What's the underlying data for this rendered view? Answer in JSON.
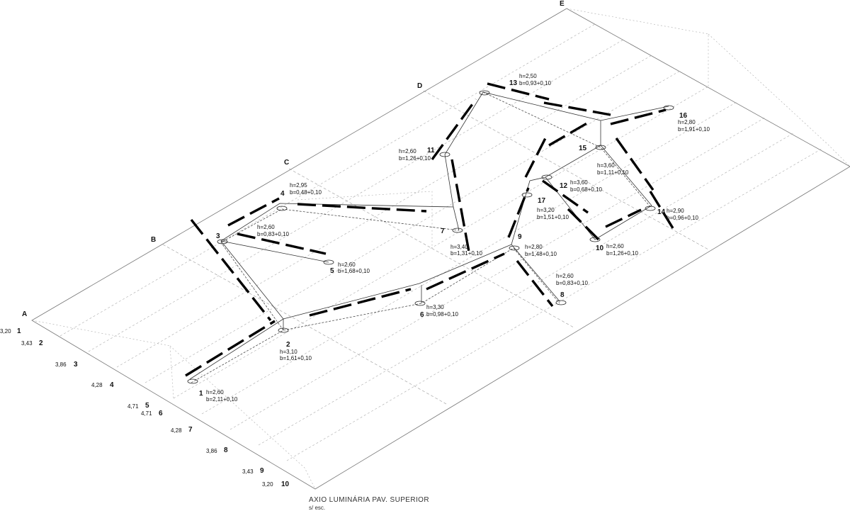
{
  "caption": {
    "title": "AXIO LUMINÁRIA PAV. SUPERIOR",
    "scale": "s/ esc."
  },
  "axes": [
    {
      "id": "a",
      "label": "A"
    },
    {
      "id": "b",
      "label": "B"
    },
    {
      "id": "c",
      "label": "C"
    },
    {
      "id": "d",
      "label": "D"
    },
    {
      "id": "e",
      "label": "E"
    }
  ],
  "rows": [
    {
      "num": "1",
      "dim": "3,20"
    },
    {
      "num": "2",
      "dim": "3,43"
    },
    {
      "num": "3",
      "dim": "3,86"
    },
    {
      "num": "4",
      "dim": "4,28"
    },
    {
      "num": "5",
      "dim": "4,71"
    },
    {
      "num": "6",
      "dim": "4,71"
    },
    {
      "num": "7",
      "dim": "4,28"
    },
    {
      "num": "8",
      "dim": "3,86"
    },
    {
      "num": "9",
      "dim": "3,43"
    },
    {
      "num": "10",
      "dim": "3,20"
    }
  ],
  "columns": [
    {
      "id": "c1",
      "num": "1",
      "h": "h=2,60",
      "b": "b=2,11+0,10"
    },
    {
      "id": "c2",
      "num": "2",
      "h": "h=3,10",
      "b": "b=1,61+0,10"
    },
    {
      "id": "c3",
      "num": "3",
      "h": "h=2,60",
      "b": "b=0,83+0,10"
    },
    {
      "id": "c4",
      "num": "4",
      "h": "h=2,95",
      "b": "b=0,48+0,10"
    },
    {
      "id": "c5",
      "num": "5",
      "h": "h=2,60",
      "b": "b=1,68+0,10"
    },
    {
      "id": "c6",
      "num": "6",
      "h": "h=3,30",
      "b": "b=0,98+0,10"
    },
    {
      "id": "c7",
      "num": "7",
      "h": "h=3,40",
      "b": "b=1,31+0,10"
    },
    {
      "id": "c8",
      "num": "8",
      "h": "h=2,60",
      "b": "b=0,83+0,10"
    },
    {
      "id": "c9",
      "num": "9",
      "h": "h=2,80",
      "b": "b=1,48+0,10"
    },
    {
      "id": "c10",
      "num": "10",
      "h": "h=2,60",
      "b": "b=1,26+0,10"
    },
    {
      "id": "c11",
      "num": "11",
      "h": "h=2,60",
      "b": "b=1,26+0,10"
    },
    {
      "id": "c12",
      "num": "12",
      "h": "h=3,60",
      "b": "b=0,68+0,10"
    },
    {
      "id": "c13",
      "num": "13",
      "h": "h=2,50",
      "b": "b=0,93+0,10"
    },
    {
      "id": "c14",
      "num": "14",
      "h": "h=2,90",
      "b": "b=0,96+0,10"
    },
    {
      "id": "c15",
      "num": "15",
      "h": "h=3,60",
      "b": "b=1,11+0,10"
    },
    {
      "id": "c16",
      "num": "16",
      "h": "h=2,80",
      "b": "b=1,91+0,10"
    },
    {
      "id": "c17",
      "num": "17",
      "h": "h=3,20",
      "b": "b=1,51+0,10"
    }
  ]
}
